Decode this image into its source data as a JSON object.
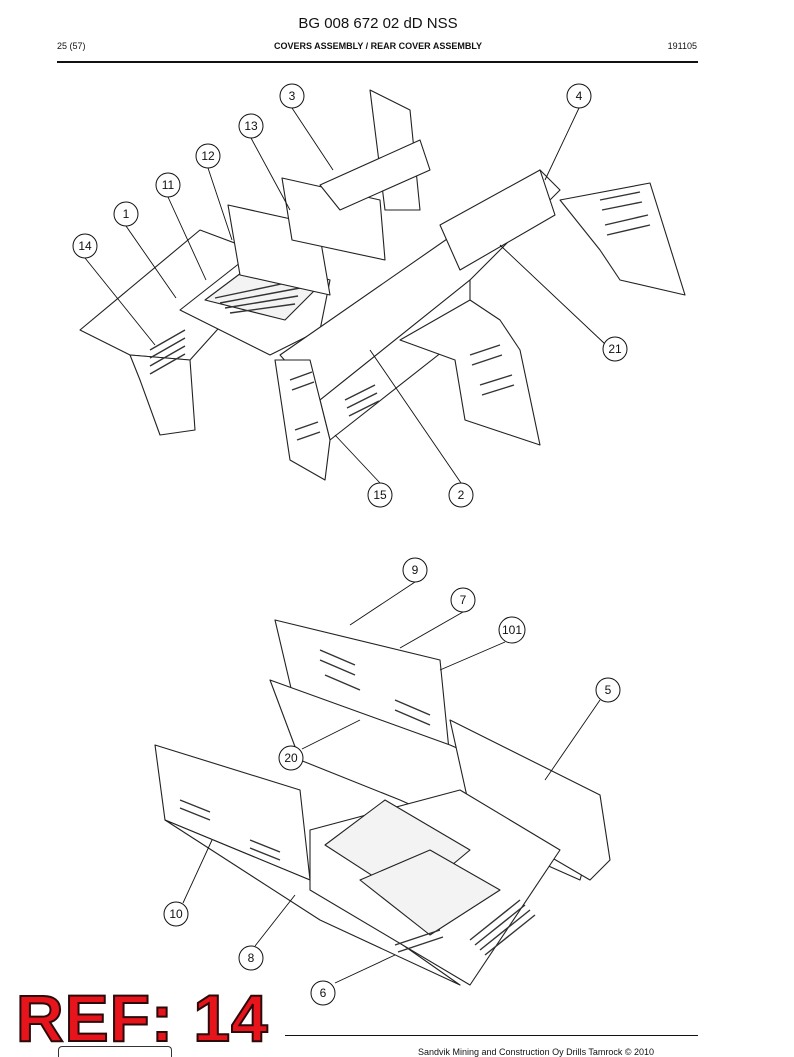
{
  "header": {
    "doc_id": "BG 008 672 02 dD NSS",
    "page": "25 (57)",
    "title": "COVERS ASSEMBLY / REAR COVER ASSEMBLY",
    "code": "191105"
  },
  "callouts": {
    "c1": "1",
    "c2": "2",
    "c3": "3",
    "c4": "4",
    "c5": "5",
    "c6": "6",
    "c7": "7",
    "c8": "8",
    "c9": "9",
    "c10": "10",
    "c11": "11",
    "c12": "12",
    "c13": "13",
    "c14": "14",
    "c15": "15",
    "c20": "20",
    "c21": "21",
    "c101": "101"
  },
  "stamp": "REF: 14",
  "footer": {
    "copyright": "Sandvik Mining and Construction Oy Drills Tamrock © 2010"
  }
}
